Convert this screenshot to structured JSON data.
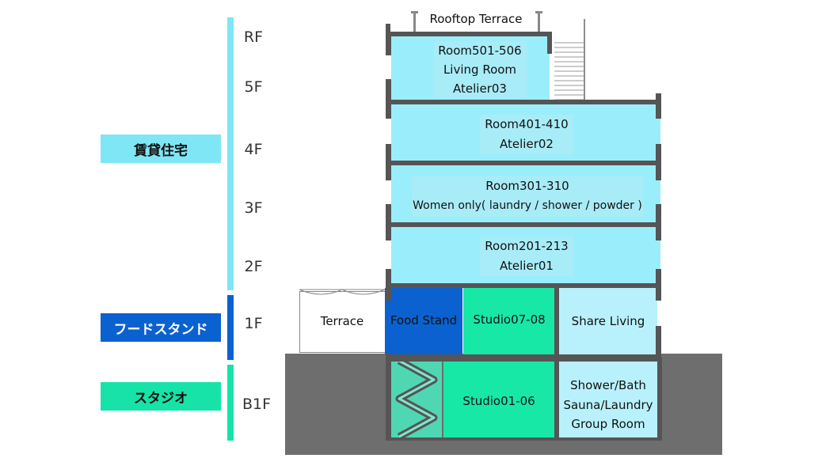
{
  "legend": [
    {
      "label": "賃貸住宅",
      "color": "#7fe6f5",
      "text_color": "#111111"
    },
    {
      "label": "フードスタンド",
      "color": "#0b61cf",
      "text_color": "#ffffff"
    },
    {
      "label": "スタジオ",
      "color": "#17e3a8",
      "text_color": "#111111"
    }
  ],
  "floors": [
    "RF",
    "5F",
    "4F",
    "3F",
    "2F",
    "1F",
    "B1F"
  ],
  "colors": {
    "residential": "#9aeefb",
    "food_stand": "#0b61cf",
    "studio": "#17e8a6",
    "share": "#b8f1fb",
    "ground": "#6e6e6e",
    "wall": "#555555"
  },
  "rooms": {
    "rooftop": "Rooftop Terrace",
    "fifth": [
      "Room501-506",
      "Living Room",
      "Atelier03"
    ],
    "fourth": [
      "Room401-410",
      "Atelier02"
    ],
    "third": [
      "Room301-310",
      "Women only( laundry / shower / powder )"
    ],
    "second": [
      "Room201-213",
      "Atelier01"
    ],
    "first": {
      "terrace": "Terrace",
      "food_stand": "Food Stand",
      "studio": "Studio07-08",
      "share": "Share Living"
    },
    "basement": {
      "studio": "Studio01-06",
      "facilities": [
        "Shower/Bath",
        "Sauna/Laundry",
        "Group Room"
      ]
    }
  }
}
